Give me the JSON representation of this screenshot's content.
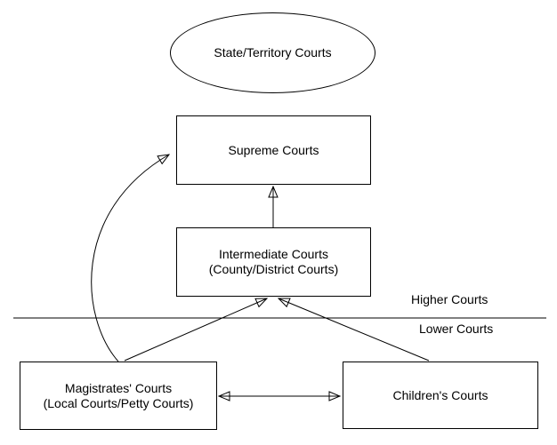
{
  "diagram": {
    "nodes": {
      "state_territory_courts": {
        "label": "State/Territory Courts"
      },
      "supreme_courts": {
        "label": "Supreme Courts"
      },
      "intermediate_courts": {
        "line1": "Intermediate Courts",
        "line2": "(County/District Courts)"
      },
      "magistrates_courts": {
        "line1": "Magistrates' Courts",
        "line2": "(Local Courts/Petty Courts)"
      },
      "childrens_courts": {
        "label": "Children's Courts"
      }
    },
    "divider_labels": {
      "above": "Higher Courts",
      "below": "Lower Courts"
    },
    "connections": [
      {
        "from": "intermediate_courts",
        "to": "supreme_courts",
        "type": "arrow"
      },
      {
        "from": "magistrates_courts",
        "to": "supreme_courts",
        "type": "curved-arrow"
      },
      {
        "from": "magistrates_courts",
        "to": "intermediate_courts",
        "type": "arrow"
      },
      {
        "from": "childrens_courts",
        "to": "intermediate_courts",
        "type": "arrow"
      },
      {
        "from": "magistrates_courts",
        "to": "childrens_courts",
        "type": "double-arrow"
      }
    ],
    "colors": {
      "stroke": "#000000",
      "text": "#000000",
      "background": "#ffffff"
    }
  }
}
